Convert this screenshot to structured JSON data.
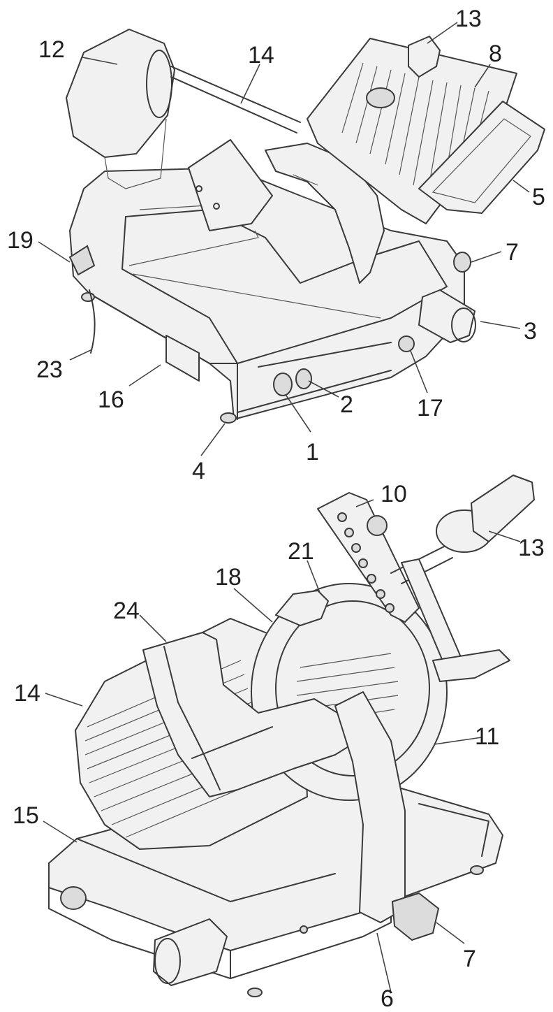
{
  "top_figure": {
    "callouts": [
      {
        "id": "12",
        "text": "12"
      },
      {
        "id": "14",
        "text": "14"
      },
      {
        "id": "13",
        "text": "13"
      },
      {
        "id": "8",
        "text": "8"
      },
      {
        "id": "5",
        "text": "5"
      },
      {
        "id": "19",
        "text": "19"
      },
      {
        "id": "7",
        "text": "7"
      },
      {
        "id": "3",
        "text": "3"
      },
      {
        "id": "23",
        "text": "23"
      },
      {
        "id": "16",
        "text": "16"
      },
      {
        "id": "2",
        "text": "2"
      },
      {
        "id": "17",
        "text": "17"
      },
      {
        "id": "1",
        "text": "1"
      },
      {
        "id": "4",
        "text": "4"
      }
    ]
  },
  "bottom_figure": {
    "callouts": [
      {
        "id": "10",
        "text": "10"
      },
      {
        "id": "13",
        "text": "13"
      },
      {
        "id": "21",
        "text": "21"
      },
      {
        "id": "18",
        "text": "18"
      },
      {
        "id": "24",
        "text": "24"
      },
      {
        "id": "14",
        "text": "14"
      },
      {
        "id": "11",
        "text": "11"
      },
      {
        "id": "15",
        "text": "15"
      },
      {
        "id": "7",
        "text": "7"
      },
      {
        "id": "6",
        "text": "6"
      }
    ]
  }
}
